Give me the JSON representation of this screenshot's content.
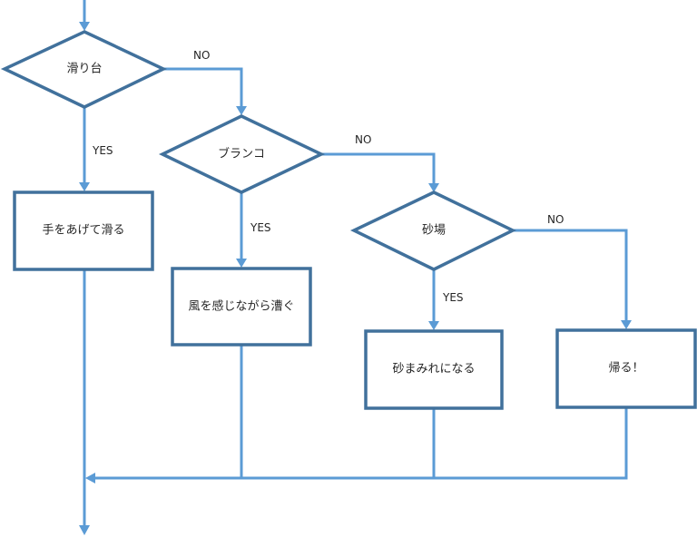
{
  "nodes": {
    "decision_slide": "滑り台",
    "decision_swing": "ブランコ",
    "decision_sandbox": "砂場",
    "action_slide": "手をあげて滑る",
    "action_swing": "風を感じながら漕ぐ",
    "action_sandbox": "砂まみれになる",
    "action_go_home": "帰る！"
  },
  "edge_labels": {
    "yes": "YES",
    "no": "NO"
  },
  "colors": {
    "shape_stroke": "#41719c",
    "connector": "#5b9bd5",
    "text": "#262626"
  }
}
